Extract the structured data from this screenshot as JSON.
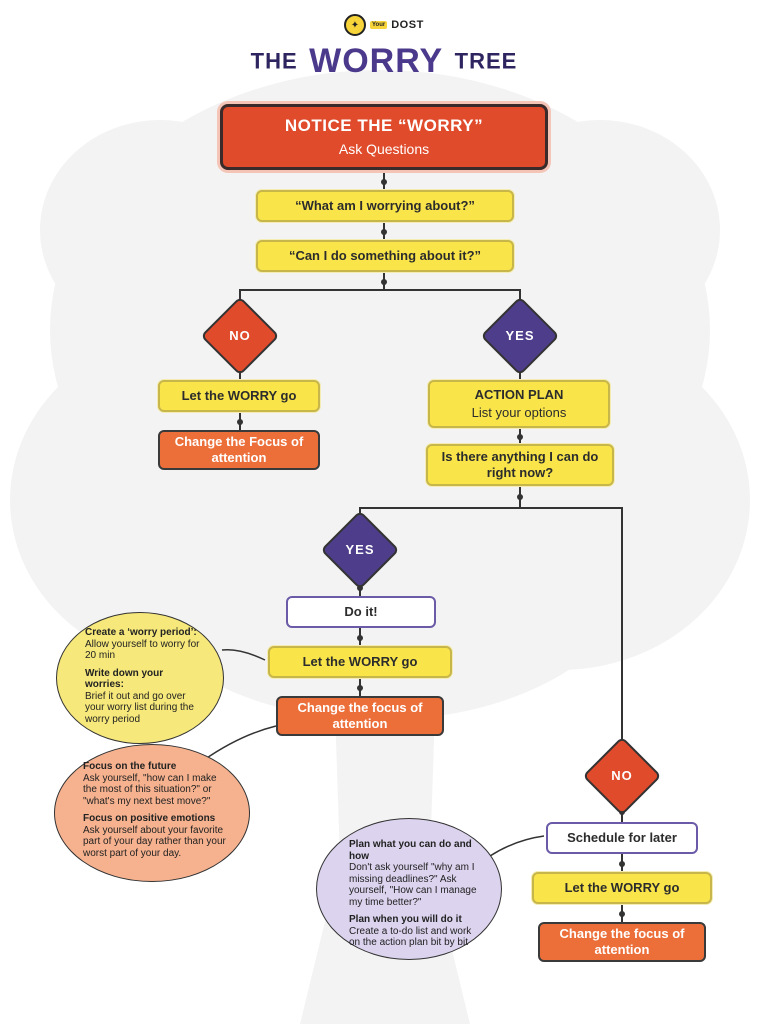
{
  "brand": {
    "badge": "Your",
    "name": "DOST"
  },
  "title": {
    "prefix": "THE",
    "main": "WORRY",
    "suffix": "TREE"
  },
  "notice": {
    "title": "NOTICE THE “WORRY”",
    "subtitle": "Ask Questions"
  },
  "questions": {
    "q1": "“What am I worrying about?”",
    "q2": "“Can I do something about it?”"
  },
  "branch1": {
    "no_label": "NO",
    "yes_label": "YES",
    "let_go": "Let the WORRY go",
    "change_focus": "Change the Focus of attention",
    "action_plan": "ACTION PLAN",
    "action_plan_sub": "List your options",
    "right_now": "Is there anything I can do right now?"
  },
  "branch2": {
    "yes_label": "YES",
    "do_it": "Do it!",
    "let_go": "Let the WORRY go",
    "change_focus": "Change the focus of attention",
    "no_label": "NO",
    "schedule": "Schedule for later",
    "let_go_2": "Let the WORRY go",
    "change_focus_2": "Change the focus of attention"
  },
  "notes": {
    "yellow": {
      "h1": "Create a ‘worry period’:",
      "t1": "Allow yourself to worry for 20 min",
      "h2": "Write down your worries:",
      "t2": "Brief it out and go over your worry list during the worry period"
    },
    "peach": {
      "h1": "Focus on the future",
      "t1": "Ask yourself, \"how can I make the most of this situation?\" or \"what's my next best move?\"",
      "h2": "Focus on positive emotions",
      "t2": "Ask  yourself about your favorite part of your day rather than your worst part of your day."
    },
    "lavender": {
      "h1": "Plan what you can do and how",
      "t1": "Don't ask  yourself \"why am I missing deadlines?\" Ask yourself, \"How can I manage my time better?\"",
      "h2": "Plan when you will do it",
      "t2": "Create a to-do list and work on the action plan bit by bit"
    }
  },
  "colors": {
    "title": "#4b3a8c",
    "red": "#e04b2b",
    "purple": "#4e3d8a",
    "yellow": "#f9e54a",
    "orange": "#ec6f3a",
    "note_yellow": "#f6e87a",
    "note_peach": "#f6b28f",
    "note_lavender": "#dcd3ee"
  }
}
